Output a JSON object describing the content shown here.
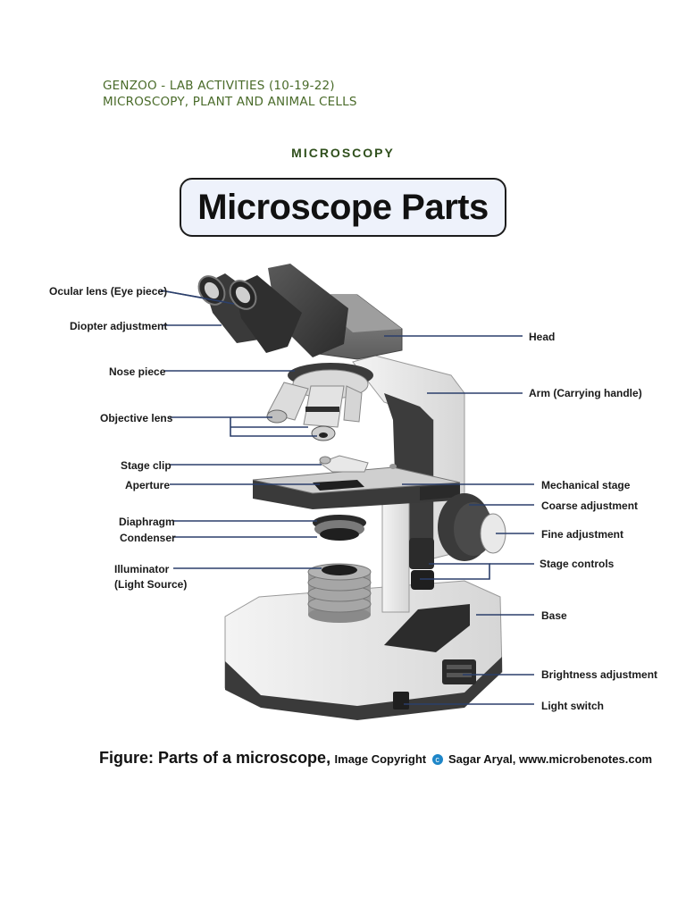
{
  "header": {
    "line1": "GENZOO - LAB ACTIVITIES (10-19-22)",
    "line2": "MICROSCOPY, PLANT AND ANIMAL CELLS"
  },
  "section_title": "MICROSCOPY",
  "banner_title": "Microscope Parts",
  "labels": {
    "ocular_lens": "Ocular lens (Eye piece)",
    "diopter": "Diopter adjustment",
    "nose_piece": "Nose piece",
    "objective_lens": "Objective lens",
    "stage_clip": "Stage clip",
    "aperture": "Aperture",
    "diaphragm": "Diaphragm",
    "condenser": "Condenser",
    "illuminator_1": "Illuminator",
    "illuminator_2": "(Light Source)",
    "head": "Head",
    "arm": "Arm (Carrying handle)",
    "mechanical_stage": "Mechanical stage",
    "coarse": "Coarse adjustment",
    "fine": "Fine adjustment",
    "stage_controls": "Stage controls",
    "base": "Base",
    "brightness": "Brightness adjustment",
    "light_switch": "Light switch"
  },
  "caption": {
    "main": "Figure: Parts of a microscope,",
    "copyright_label": "Image Copyright",
    "copyright_icon": "c",
    "credit": "Sagar Aryal, www.microbenotes.com"
  },
  "colors": {
    "header_green": "#4a6b2a",
    "title_green": "#2f4f1c",
    "leader_line": "#2b3f6b",
    "banner_fill": "#eef2fb",
    "copyright_blue": "#1e86c8"
  }
}
